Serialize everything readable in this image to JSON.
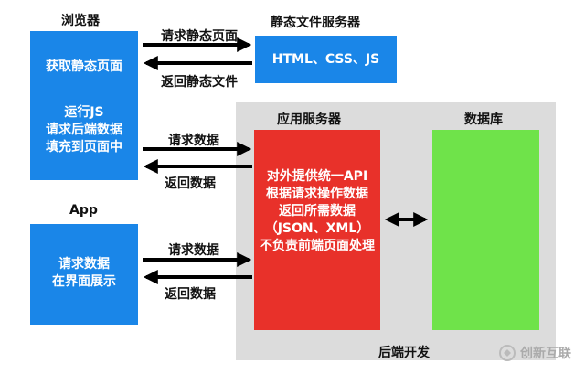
{
  "browser": {
    "title": "浏览器",
    "line1": "获取静态页面",
    "line2": "运行JS",
    "line3": "请求后端数据",
    "line4": "填充到页面中"
  },
  "static_server": {
    "title": "静态文件服务器",
    "content": "HTML、CSS、JS"
  },
  "app": {
    "title": "App",
    "line1": "请求数据",
    "line2": "在界面展示"
  },
  "arrows": {
    "req_static": "请求静态页面",
    "ret_static": "返回静态文件",
    "req_data_1": "请求数据",
    "ret_data_1": "返回数据",
    "req_data_2": "请求数据",
    "ret_data_2": "返回数据"
  },
  "backend": {
    "footer": "后端开发",
    "app_server": {
      "title": "应用服务器",
      "line1": "对外提供统一API",
      "line2": "根据请求操作数据",
      "line3": "返回所需数据",
      "line4": "（JSON、XML）",
      "line5": "不负责前端页面处理"
    },
    "database": {
      "title": "数据库"
    }
  },
  "watermark": {
    "text": "创新互联"
  },
  "colors": {
    "blue": "#1a86e8",
    "red": "#e8312a",
    "green": "#6fe34a",
    "gray": "#dcdcdc"
  }
}
